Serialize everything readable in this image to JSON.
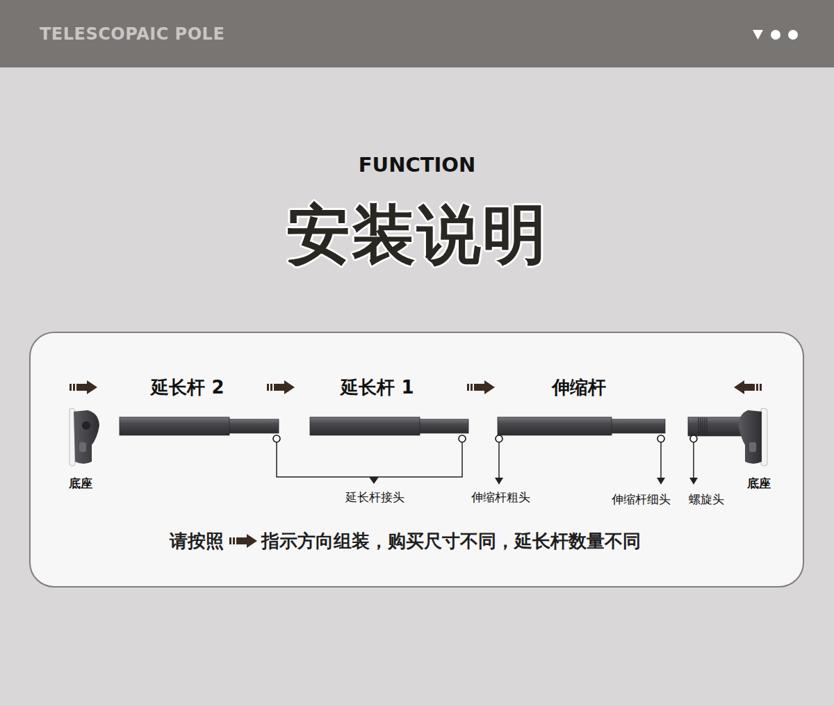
{
  "diagram": {
    "title": "安装说明",
    "nodes": [
      {
        "text": [
          "TELESCOPAIC POLE"
        ]
      },
      {
        "text": [
          "请按照",
          "指示方向组装，购买尺寸不同，延长杆数量不同"
        ]
      }
    ],
    "labels": [
      "FUNCTION",
      "延长杆 2",
      "延长杆 1",
      "伸缩杆",
      "底座",
      "延长杆接头",
      "伸缩杆粗头",
      "伸缩杆细头",
      "螺旋头",
      "底座"
    ]
  }
}
